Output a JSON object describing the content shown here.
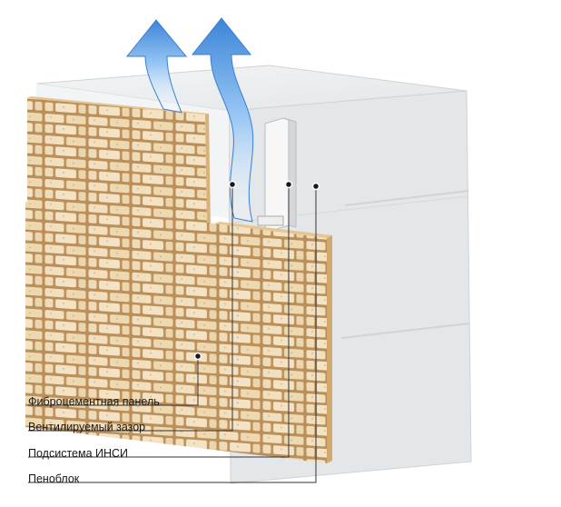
{
  "labels": {
    "panel": "Фиброцементная панель",
    "gap": "Вентилируемый зазор",
    "subsystem": "Подсистема ИНСИ",
    "block": "Пеноблок"
  },
  "colors": {
    "arrow": "#4a8fdc",
    "arrow_light": "#bfe0ff",
    "block": "#eef1f3",
    "block_shade": "#dcdfe2",
    "brick": "#efd9b2",
    "brick_edge": "#b58a55",
    "panel_edge": "#e5bf86",
    "leader": "#333333"
  },
  "icons": [
    "up-arrow-icon",
    "up-arrow-icon"
  ]
}
